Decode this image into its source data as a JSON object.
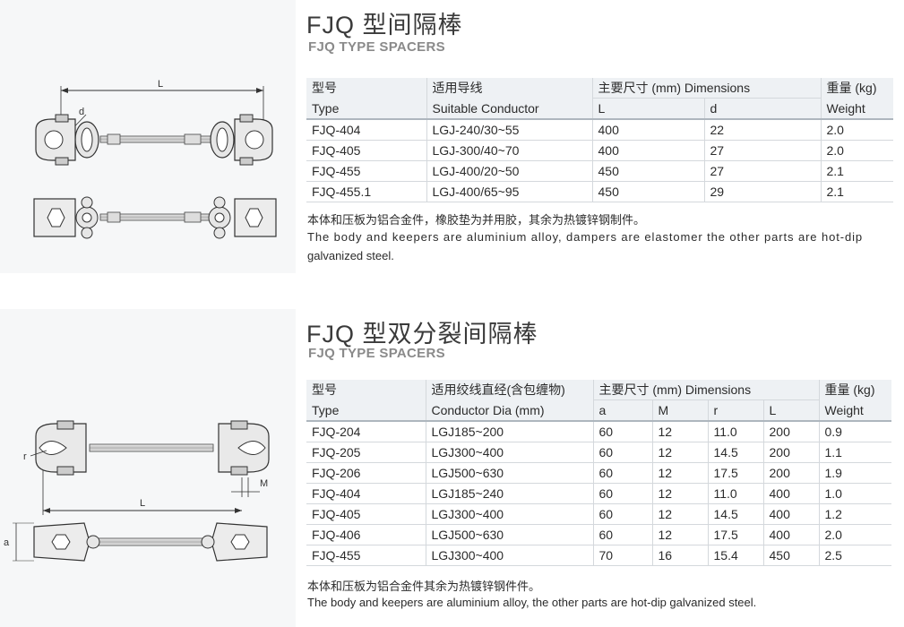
{
  "section1": {
    "title": "FJQ 型间隔棒",
    "subtitle": "FJQ TYPE SPACERS",
    "drawing": {
      "dim_L": "L",
      "dim_d": "d"
    },
    "headers": {
      "model_cn": "型号",
      "model_en": "Type",
      "conductor_cn": "适用导线",
      "conductor_en": "Suitable Conductor",
      "dimensions": "主要尺寸 (mm)  Dimensions",
      "dim_cols": [
        "L",
        "d"
      ],
      "weight_cn": "重量 (kg)",
      "weight_en": "Weight"
    },
    "rows": [
      [
        "FJQ-404",
        "LGJ-240/30~55",
        "400",
        "22",
        "2.0"
      ],
      [
        "FJQ-405",
        "LGJ-300/40~70",
        "400",
        "27",
        "2.0"
      ],
      [
        "FJQ-455",
        "LGJ-400/20~50",
        "450",
        "27",
        "2.1"
      ],
      [
        "FJQ-455.1",
        "LGJ-400/65~95",
        "450",
        "29",
        "2.1"
      ]
    ],
    "note_cn": "本体和压板为铝合金件，橡胶垫为并用胶，其余为热镀锌钢制件。",
    "note_en_line1": "The body and keepers are aluminium alloy, dampers are elastomer the other parts are hot-dip",
    "note_en_line2": "galvanized steel."
  },
  "section2": {
    "title": "FJQ 型双分裂间隔棒",
    "subtitle": "FJQ TYPE SPACERS",
    "drawing": {
      "dim_L": "L",
      "dim_r": "r",
      "dim_M": "M",
      "dim_a": "a"
    },
    "headers": {
      "model_cn": "型号",
      "model_en": "Type",
      "conductor_cn": "适用绞线直经(含包缠物)",
      "conductor_en": "Conductor Dia (mm)",
      "dimensions": "主要尺寸 (mm)  Dimensions",
      "dim_cols": [
        "a",
        "M",
        "r",
        "L"
      ],
      "weight_cn": "重量 (kg)",
      "weight_en": "Weight"
    },
    "rows": [
      [
        "FJQ-204",
        "LGJ185~200",
        "60",
        "12",
        "11.0",
        "200",
        "0.9"
      ],
      [
        "FJQ-205",
        "LGJ300~400",
        "60",
        "12",
        "14.5",
        "200",
        "1.1"
      ],
      [
        "FJQ-206",
        "LGJ500~630",
        "60",
        "12",
        "17.5",
        "200",
        "1.9"
      ],
      [
        "FJQ-404",
        "LGJ185~240",
        "60",
        "12",
        "11.0",
        "400",
        "1.0"
      ],
      [
        "FJQ-405",
        "LGJ300~400",
        "60",
        "12",
        "14.5",
        "400",
        "1.2"
      ],
      [
        "FJQ-406",
        "LGJ500~630",
        "60",
        "12",
        "17.5",
        "400",
        "2.0"
      ],
      [
        "FJQ-455",
        "LGJ300~400",
        "70",
        "16",
        "15.4",
        "450",
        "2.5"
      ]
    ],
    "note_cn": "本体和压板为铝合金件其余为热镀锌钢件件。",
    "note_en": "The body and keepers are aluminium alloy, the other parts are hot-dip galvanized steel."
  }
}
